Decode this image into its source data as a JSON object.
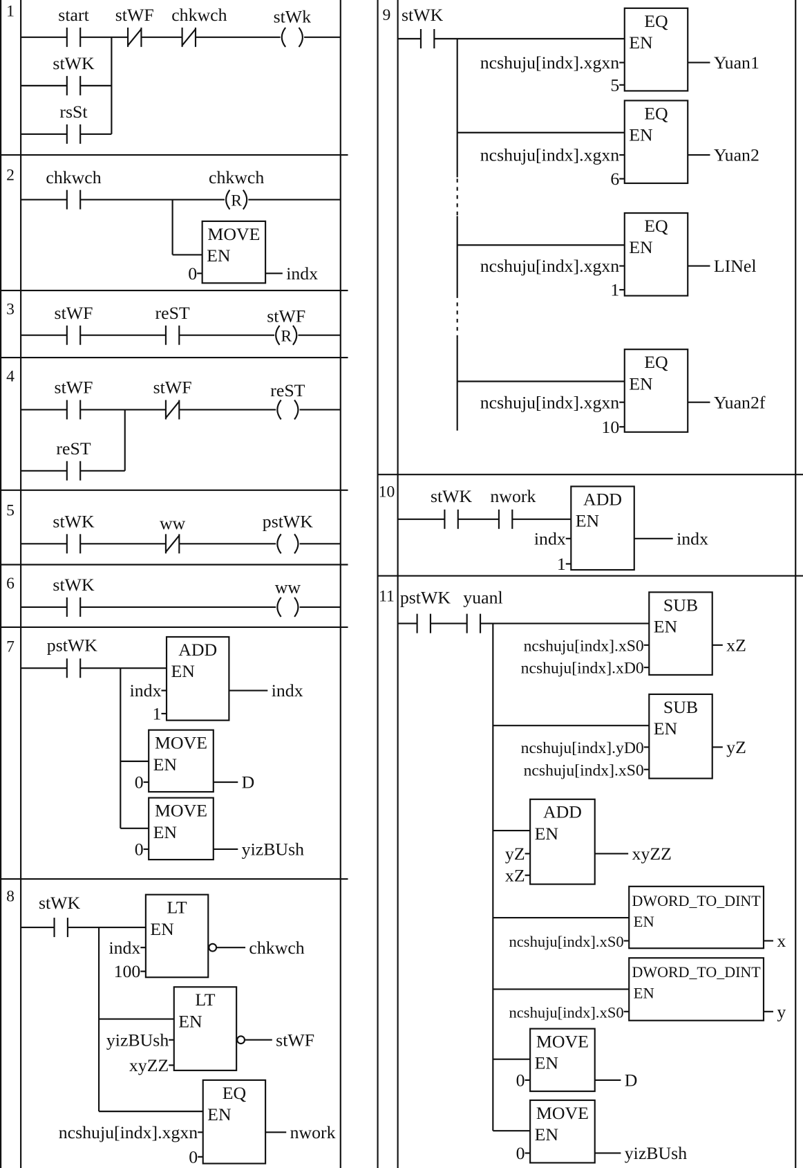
{
  "rungs": [
    {
      "number": "1",
      "contacts": [
        "start",
        "stWK",
        "rsSt",
        "stWF",
        "chkwch"
      ],
      "coils": [
        "stWk"
      ]
    },
    {
      "number": "2",
      "contacts": [
        "chkwch"
      ],
      "coils": [
        "chkwch"
      ],
      "coil_types": [
        "R"
      ],
      "blocks": [
        {
          "type": "MOVE",
          "en": "EN",
          "inputs": [
            "0"
          ],
          "outputs": [
            "indx"
          ]
        }
      ]
    },
    {
      "number": "3",
      "contacts": [
        "stWF",
        "reST"
      ],
      "coils": [
        "stWF"
      ],
      "coil_types": [
        "R"
      ]
    },
    {
      "number": "4",
      "contacts": [
        "stWF",
        "reST",
        "stWF"
      ],
      "coils": [
        "reST"
      ]
    },
    {
      "number": "5",
      "contacts": [
        "stWK",
        "ww"
      ],
      "coils": [
        "pstWK"
      ]
    },
    {
      "number": "6",
      "contacts": [
        "stWK"
      ],
      "coils": [
        "ww"
      ]
    },
    {
      "number": "7",
      "contacts": [
        "pstWK"
      ],
      "blocks": [
        {
          "type": "ADD",
          "en": "EN",
          "inputs": [
            "indx",
            "1"
          ],
          "outputs": [
            "indx"
          ]
        },
        {
          "type": "MOVE",
          "en": "EN",
          "inputs": [
            "0"
          ],
          "outputs": [
            "D"
          ]
        },
        {
          "type": "MOVE",
          "en": "EN",
          "inputs": [
            "0"
          ],
          "outputs": [
            "yizBUsh"
          ]
        }
      ]
    },
    {
      "number": "8",
      "contacts": [
        "stWK"
      ],
      "blocks": [
        {
          "type": "LT",
          "en": "EN",
          "inputs": [
            "indx",
            "100"
          ],
          "outputs": [
            "chkwch"
          ],
          "negated_output": true
        },
        {
          "type": "LT",
          "en": "EN",
          "inputs": [
            "yizBUsh",
            "xyZZ"
          ],
          "outputs": [
            "stWF"
          ],
          "negated_output": true
        },
        {
          "type": "EQ",
          "en": "EN",
          "inputs": [
            "ncshuju[indx].xgxn",
            "0"
          ],
          "outputs": [
            "nwork"
          ]
        }
      ]
    },
    {
      "number": "9",
      "contacts": [
        "stWK"
      ],
      "blocks": [
        {
          "type": "EQ",
          "en": "EN",
          "inputs": [
            "ncshuju[indx].xgxn",
            "5"
          ],
          "outputs": [
            "Yuan1"
          ]
        },
        {
          "type": "EQ",
          "en": "EN",
          "inputs": [
            "ncshuju[indx].xgxn",
            "6"
          ],
          "outputs": [
            "Yuan2"
          ]
        },
        {
          "type": "EQ",
          "en": "EN",
          "inputs": [
            "ncshuju[indx].xgxn",
            "1"
          ],
          "outputs": [
            "LINel"
          ]
        },
        {
          "type": "EQ",
          "en": "EN",
          "inputs": [
            "ncshuju[indx].xgxn",
            "10"
          ],
          "outputs": [
            "Yuan2f"
          ]
        }
      ]
    },
    {
      "number": "10",
      "contacts": [
        "stWK",
        "nwork"
      ],
      "blocks": [
        {
          "type": "ADD",
          "en": "EN",
          "inputs": [
            "indx",
            "1"
          ],
          "outputs": [
            "indx"
          ]
        }
      ]
    },
    {
      "number": "11",
      "contacts": [
        "pstWK",
        "yuanl"
      ],
      "blocks": [
        {
          "type": "SUB",
          "en": "EN",
          "inputs": [
            "ncshuju[indx].xS0",
            "ncshuju[indx].xD0"
          ],
          "outputs": [
            "xZ"
          ]
        },
        {
          "type": "SUB",
          "en": "EN",
          "inputs": [
            "ncshuju[indx].yD0",
            "ncshuju[indx].xS0"
          ],
          "outputs": [
            "yZ"
          ]
        },
        {
          "type": "ADD",
          "en": "EN",
          "inputs": [
            "yZ",
            "xZ"
          ],
          "outputs": [
            "xyZZ"
          ]
        },
        {
          "type": "DWORD_TO_DINT",
          "en": "EN",
          "inputs": [
            "ncshuju[indx].xS0"
          ],
          "outputs": [
            "x"
          ]
        },
        {
          "type": "DWORD_TO_DINT",
          "en": "EN",
          "inputs": [
            "ncshuju[indx].xS0"
          ],
          "outputs": [
            "y"
          ]
        },
        {
          "type": "MOVE",
          "en": "EN",
          "inputs": [
            "0"
          ],
          "outputs": [
            "D"
          ]
        },
        {
          "type": "MOVE",
          "en": "EN",
          "inputs": [
            "0"
          ],
          "outputs": [
            "yizBUsh"
          ]
        }
      ]
    }
  ]
}
